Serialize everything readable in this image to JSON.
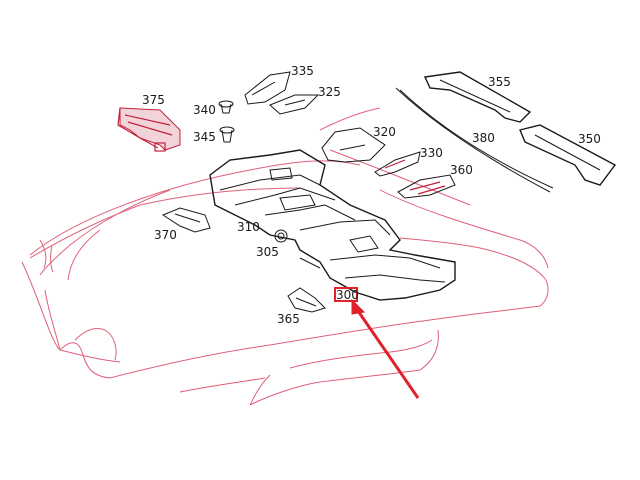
{
  "labels": {
    "p305": "305",
    "p310": "310",
    "p320": "320",
    "p325": "325",
    "p330": "330",
    "p335": "335",
    "p340": "340",
    "p345": "345",
    "p350": "350",
    "p355": "355",
    "p360": "360",
    "p365": "365",
    "p370": "370",
    "p375": "375",
    "p380": "380",
    "p300": "300"
  },
  "colors": {
    "body_outline": "#e0607a",
    "part_outline": "#1a1a1a",
    "highlight": "#e0202a",
    "arrow": "#e0202a"
  }
}
